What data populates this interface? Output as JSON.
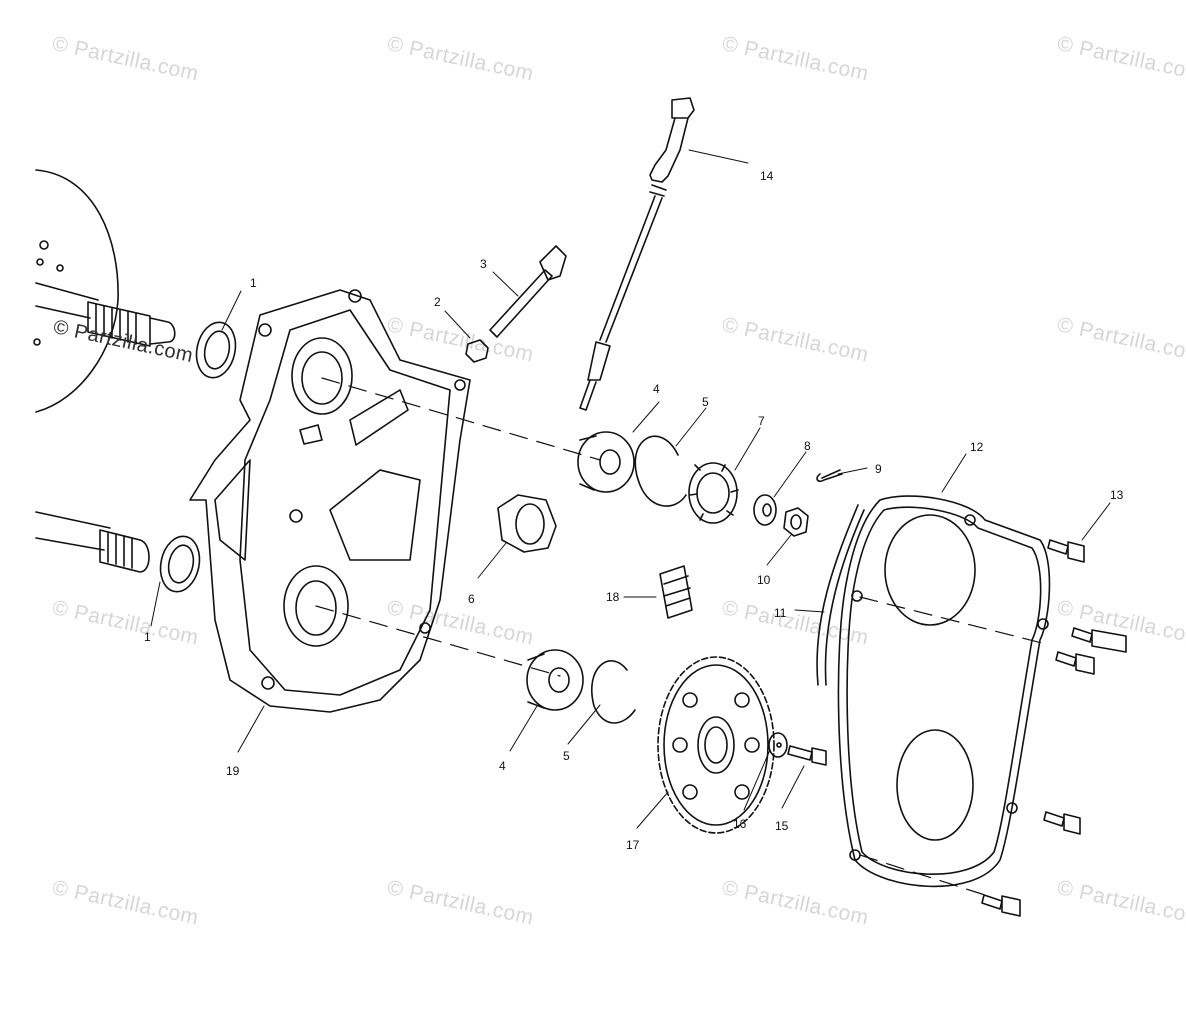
{
  "watermark": "© Partzilla.com",
  "part_labels": {
    "p1a": "1",
    "p1b": "1",
    "p2": "2",
    "p3": "3",
    "p4a": "4",
    "p4b": "4",
    "p5a": "5",
    "p5b": "5",
    "p6": "6",
    "p7": "7",
    "p8": "8",
    "p9": "9",
    "p10": "10",
    "p11": "11",
    "p12": "12",
    "p13": "13",
    "p14": "14",
    "p15": "15",
    "p16": "16",
    "p17": "17",
    "p18": "18",
    "p19": "19"
  }
}
